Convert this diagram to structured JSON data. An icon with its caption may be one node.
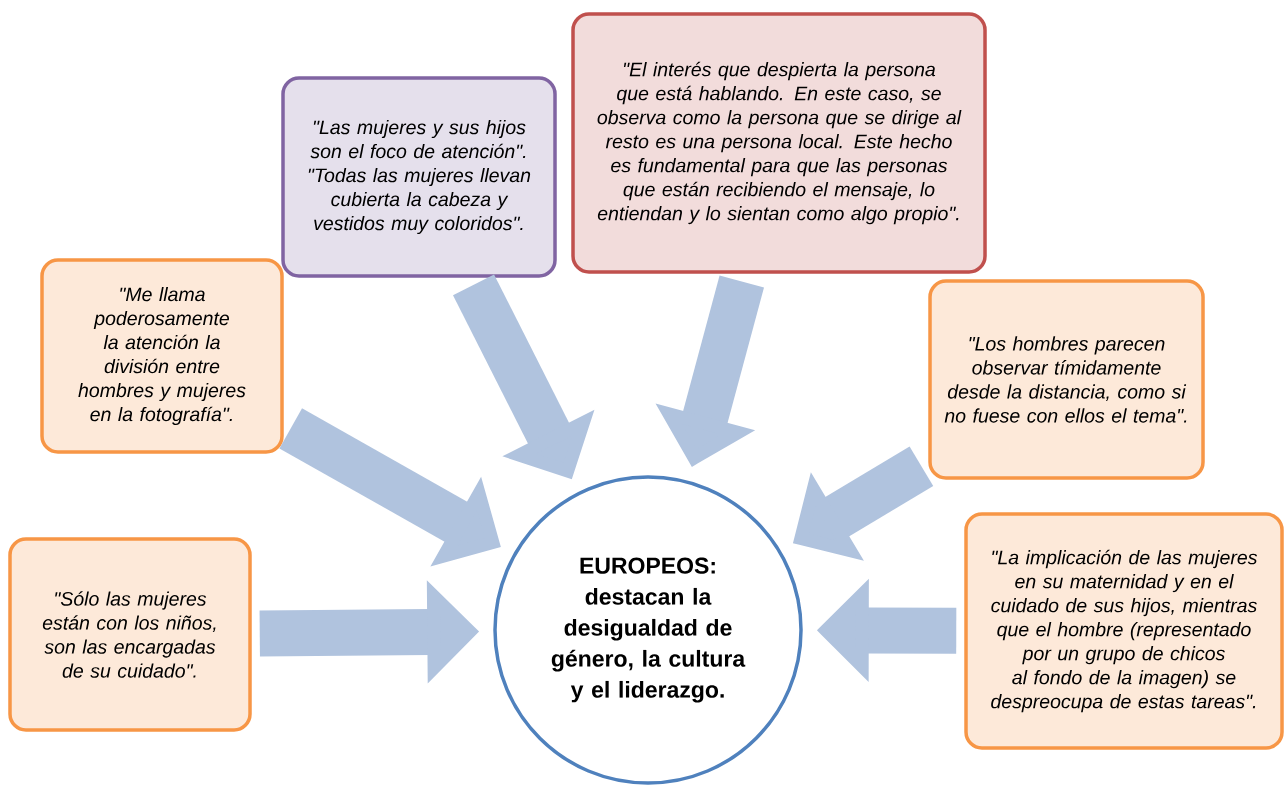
{
  "diagram": {
    "nodes": [
      {
        "text": [
          "\"Me llama poderosamente la atención la división entre hombres y mujeres en la fotografía\"."
        ]
      },
      {
        "text": [
          "\"Las mujeres y sus hijos son el foco de atención\". \"Todas las mujeres llevan cubierta la cabeza y vestidos muy coloridos\"."
        ]
      },
      {
        "text": [
          "\"El interés que despierta la persona que está hablando. En este caso, se observa como la persona que se dirige al resto es una persona local. Este hecho es fundamental para que las personas que están recibiendo el mensaje, lo entiendan y lo sientan como algo propio\"."
        ]
      },
      {
        "text": [
          "\"Los hombres parecen observar tímidamente desde la distancia, como si no fuese con ellos el tema\"."
        ]
      },
      {
        "text": [
          "\"Sólo las mujeres están con los niños, son las encargadas de su cuidado\"."
        ]
      },
      {
        "text": [
          "EUROPEOS: destacan  la desigualdad de género, la cultura y el liderazgo."
        ]
      },
      {
        "text": [
          "\"La implicación de las mujeres en su maternidad y en el cuidado de sus hijos, mientras que el hombre (representado por un grupo de chicos al fondo de la imagen) se despreocupa de estas tareas\"."
        ]
      }
    ],
    "edges": [
      {
        "from": 0,
        "to": 5,
        "arrow": "to"
      },
      {
        "from": 1,
        "to": 5,
        "arrow": "to"
      },
      {
        "from": 2,
        "to": 5,
        "arrow": "to"
      },
      {
        "from": 3,
        "to": 5,
        "arrow": "to"
      },
      {
        "from": 4,
        "to": 5,
        "arrow": "to"
      },
      {
        "from": 6,
        "to": 5,
        "arrow": "to"
      }
    ]
  }
}
